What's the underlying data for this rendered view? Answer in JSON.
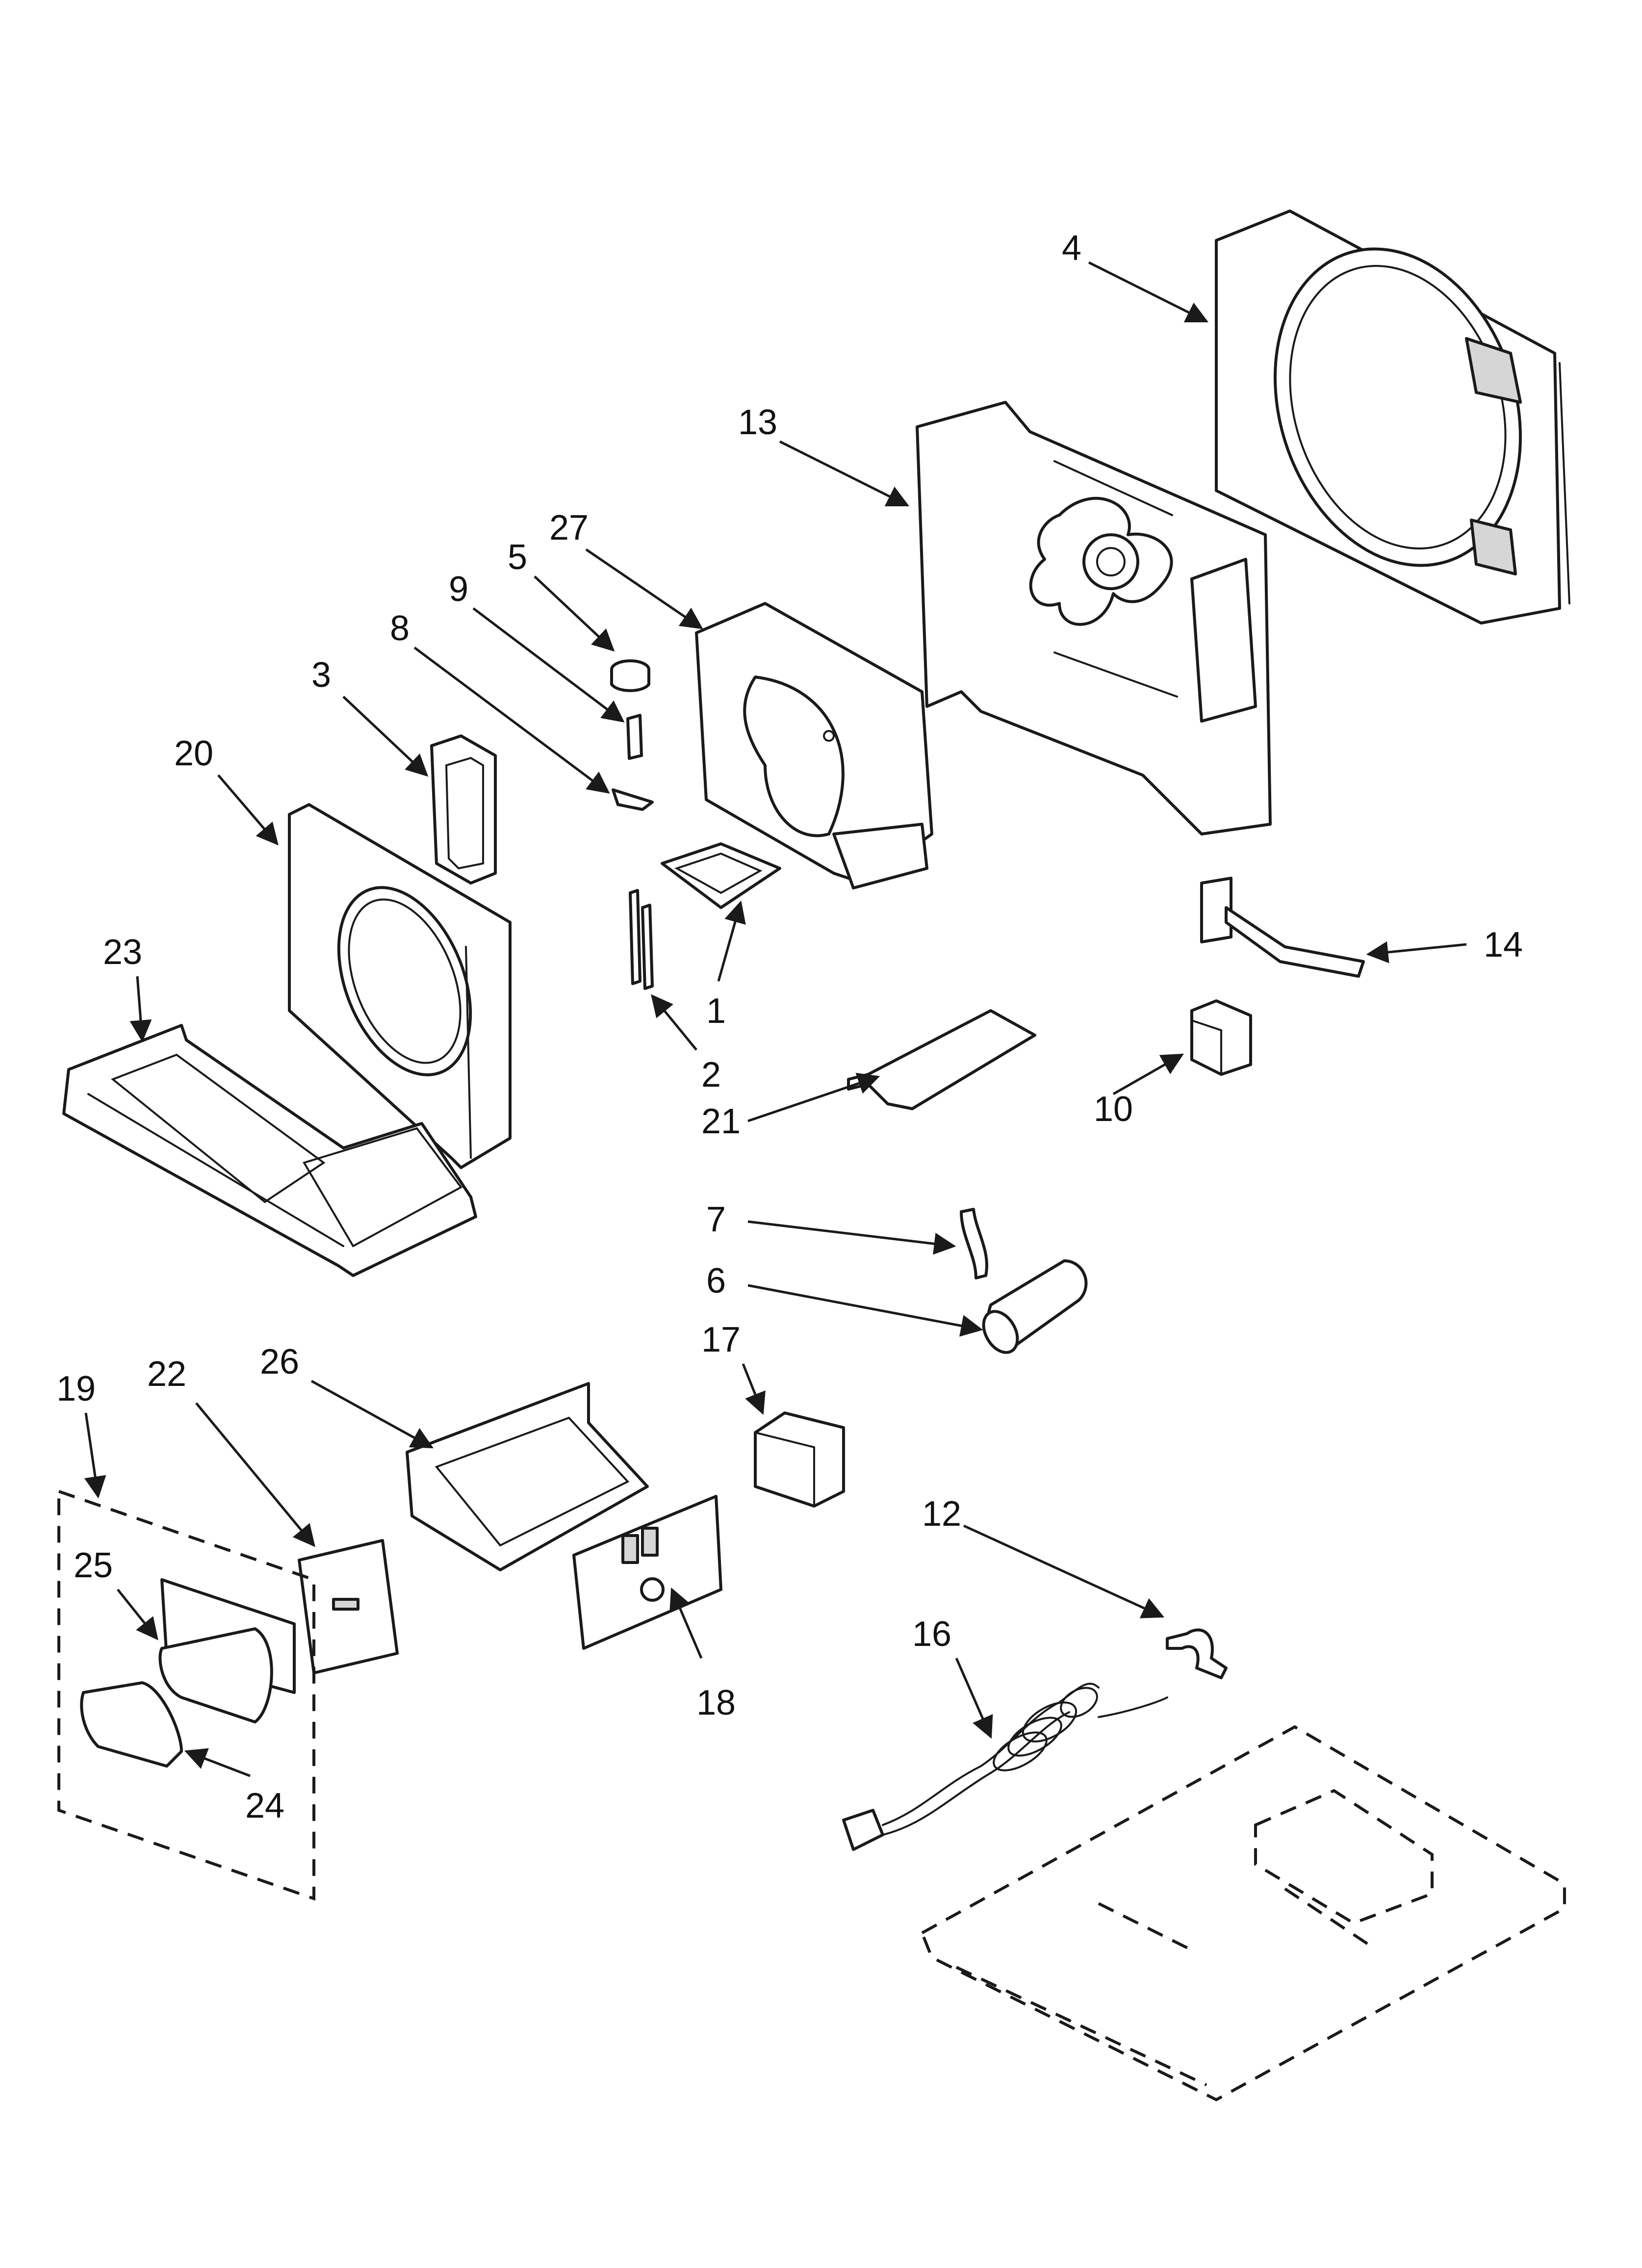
{
  "callouts": {
    "c1": "1",
    "c2": "2",
    "c3": "3",
    "c4": "4",
    "c5": "5",
    "c6": "6",
    "c7": "7",
    "c8": "8",
    "c9": "9",
    "c10": "10",
    "c12": "12",
    "c13": "13",
    "c14": "14",
    "c16": "16",
    "c17": "17",
    "c18": "18",
    "c19": "19",
    "c20": "20",
    "c21": "21",
    "c22": "22",
    "c23": "23",
    "c24": "24",
    "c25": "25",
    "c26": "26",
    "c27": "27"
  },
  "colors": {
    "line": "#1a1a1a",
    "background": "#ffffff",
    "shade": "#d6d6d6"
  }
}
